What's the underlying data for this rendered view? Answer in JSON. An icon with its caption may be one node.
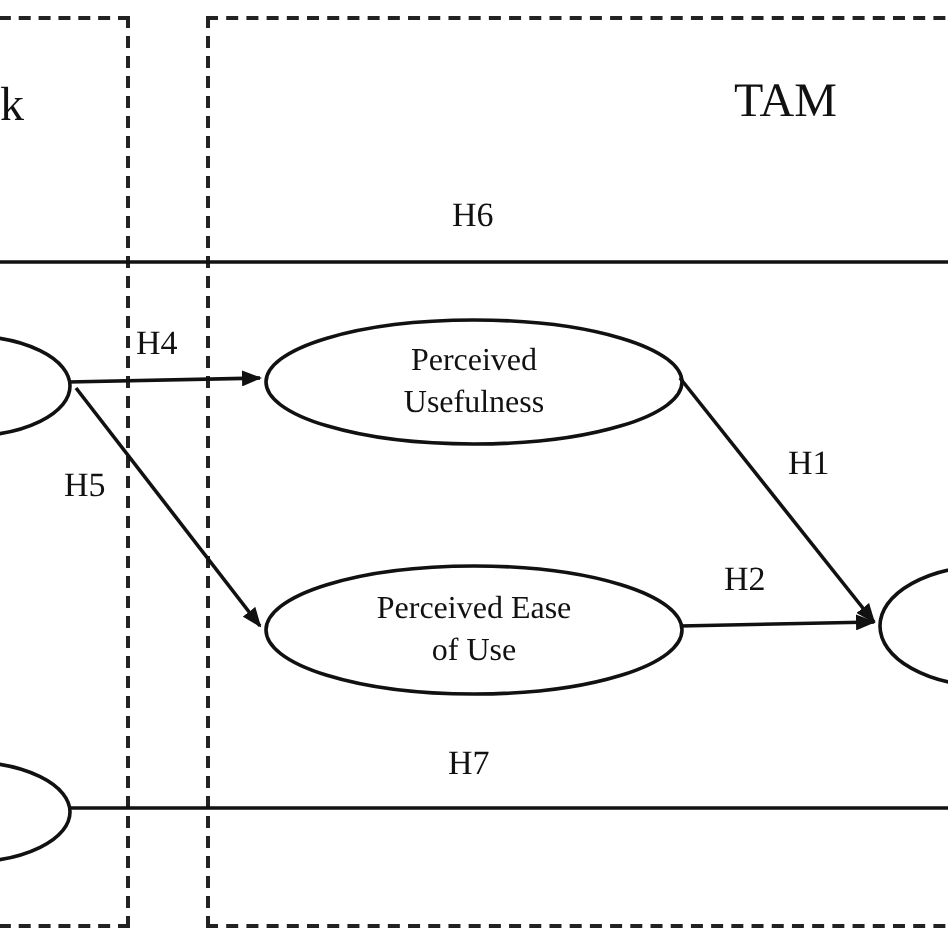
{
  "diagram": {
    "nodes": [
      {
        "text": [
          "k"
        ]
      },
      {
        "text": [
          "TAM"
        ]
      },
      {
        "text": [],
        "shape": "ellipse",
        "in": 0
      },
      {
        "text": [],
        "shape": "ellipse",
        "in": 0
      },
      {
        "text": [
          "Perceived Usefulness"
        ],
        "in": 1
      },
      {
        "text": [
          "Perceived Ease of Use"
        ],
        "in": 1
      },
      {
        "text": [],
        "shape": "ellipse",
        "in": 1
      }
    ],
    "edges": [
      {
        "from": 2,
        "to": 4,
        "arrow": "to",
        "label": "H4"
      },
      {
        "from": 2,
        "to": 5,
        "arrow": "to",
        "label": "H5"
      },
      {
        "from": 4,
        "to": 6,
        "arrow": "to",
        "label": "H1"
      },
      {
        "from": 5,
        "to": 6,
        "arrow": "to",
        "label": "H2"
      },
      {
        "from": 3,
        "to": null,
        "arrow": "none",
        "label": "H7"
      }
    ],
    "labels": [
      "H6"
    ]
  }
}
